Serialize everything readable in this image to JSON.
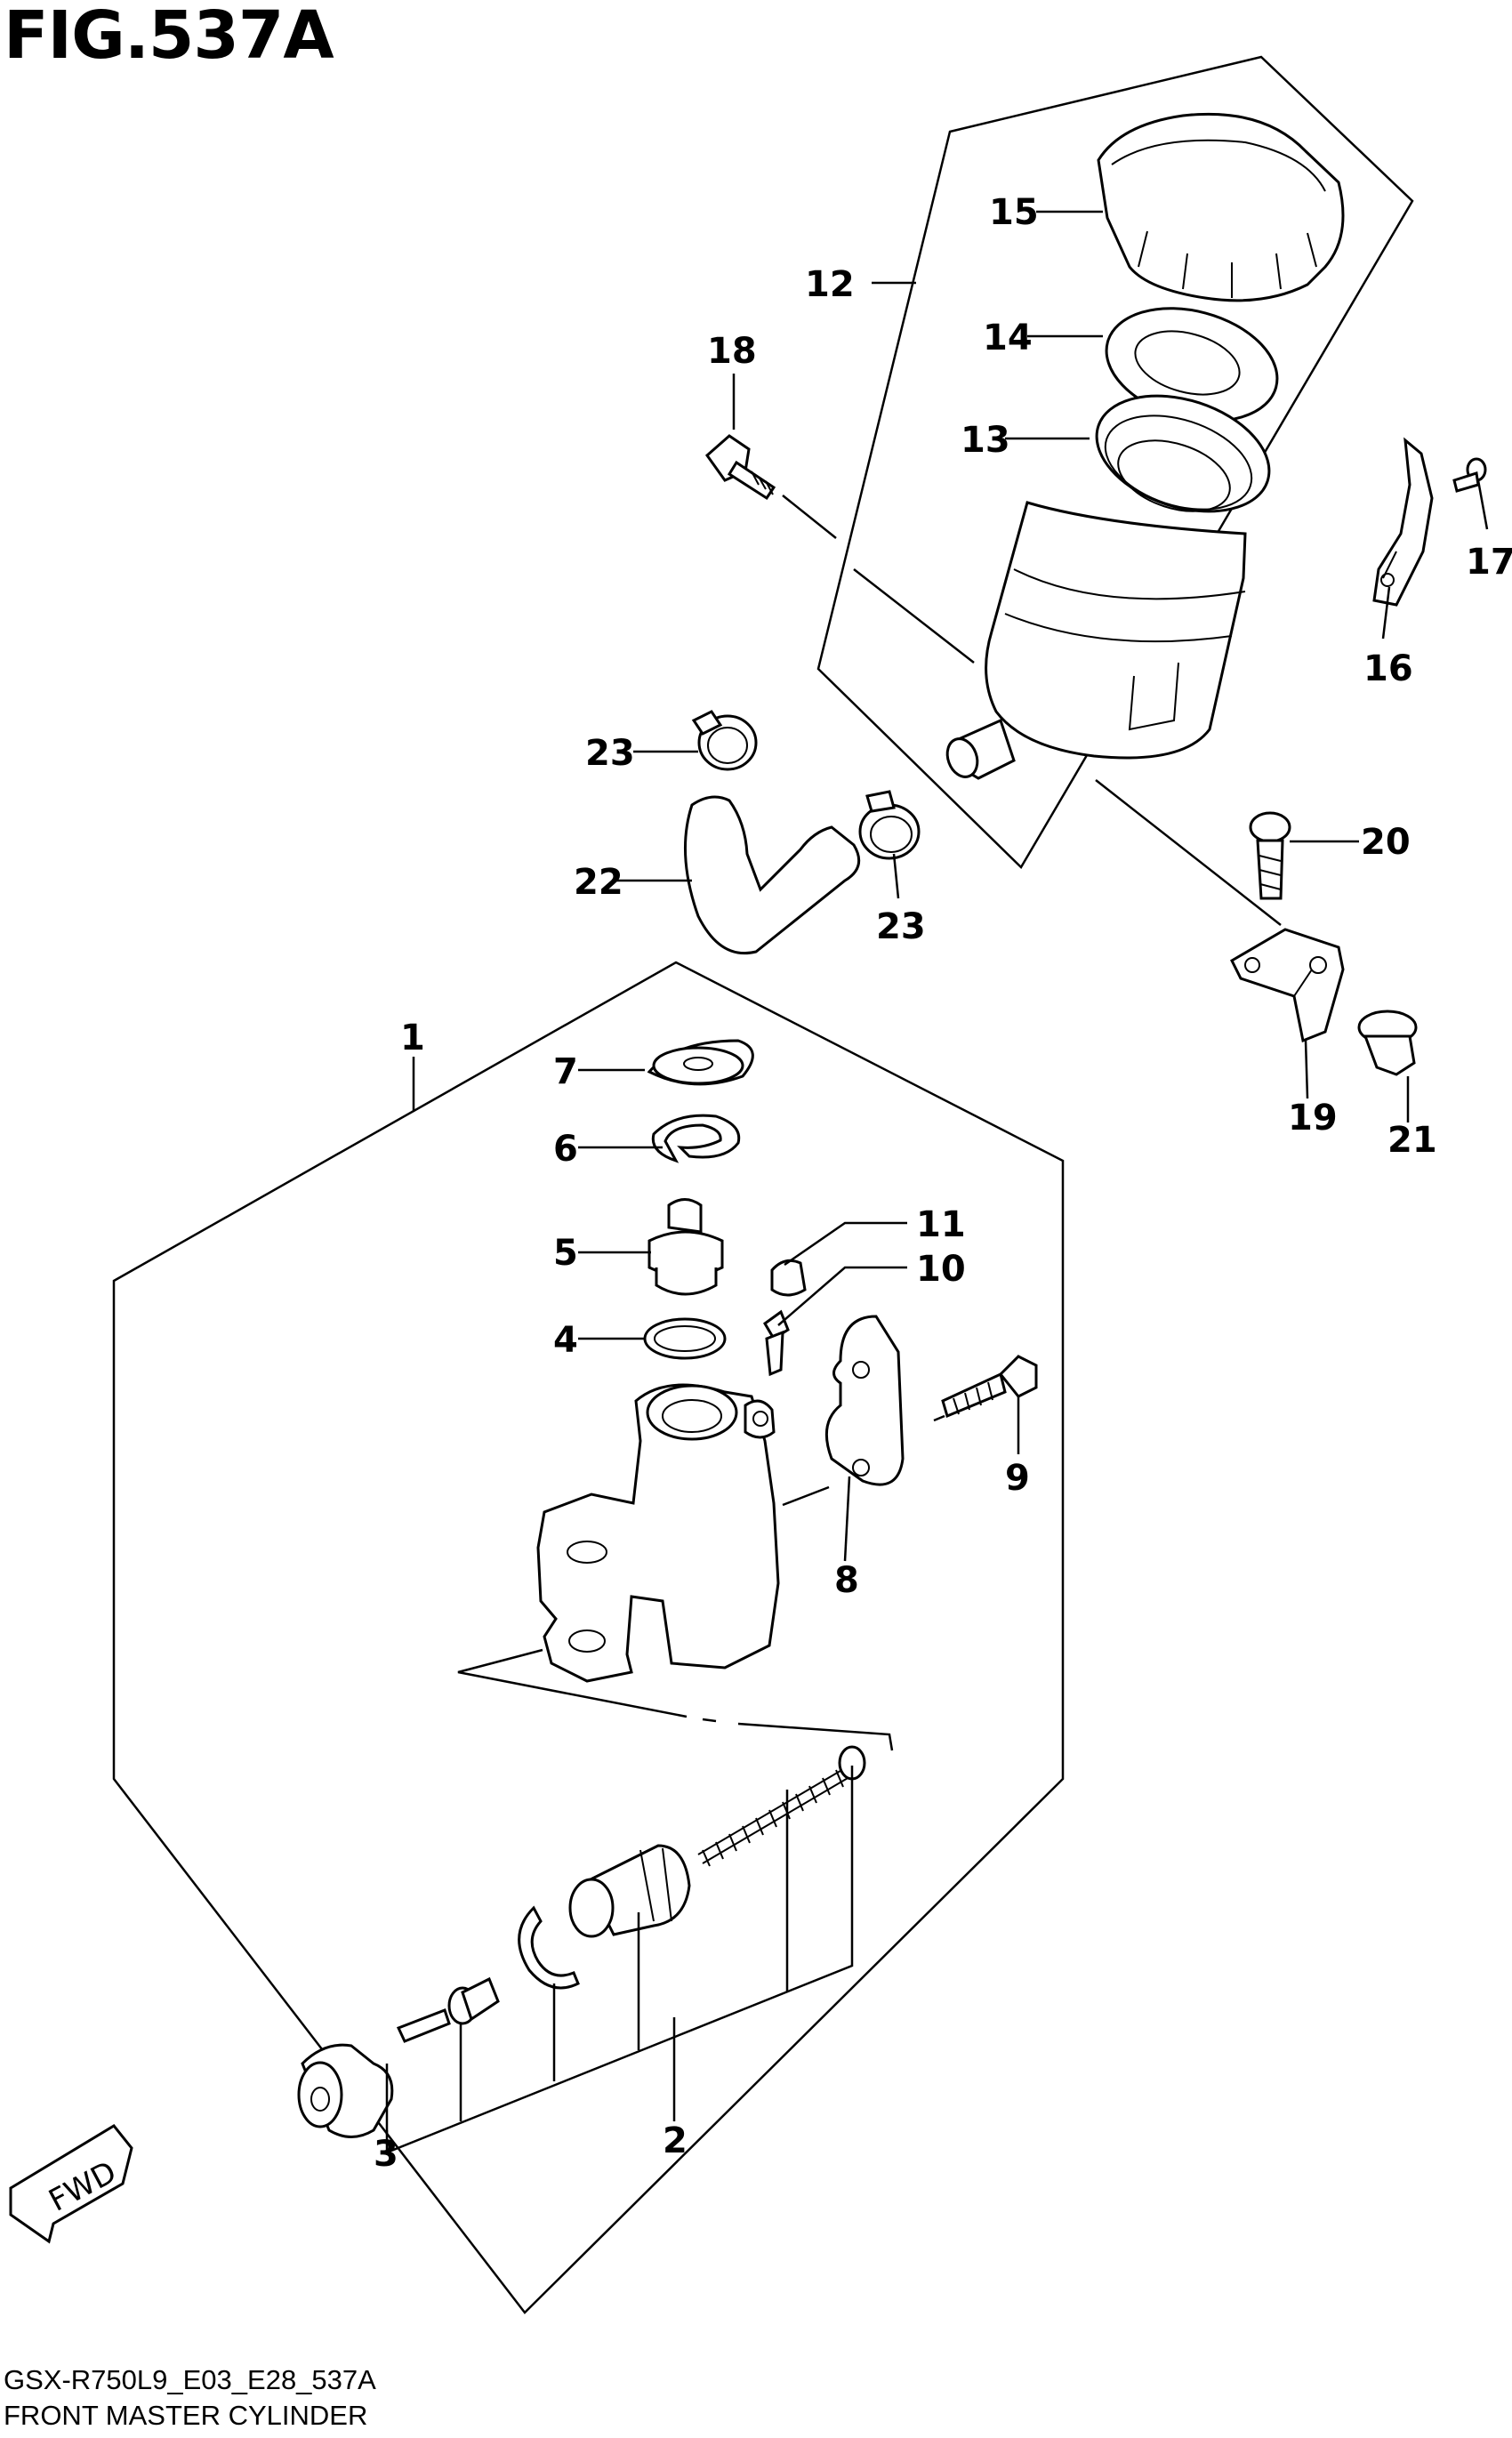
{
  "figure_title": "FIG.537A",
  "footer_code": "GSX-R750L9_E03_E28_537A",
  "footer_name": "FRONT MASTER CYLINDER",
  "fwd_label": "FWD",
  "callouts": {
    "c1": "1",
    "c2": "2",
    "c3": "3",
    "c4": "4",
    "c5": "5",
    "c6": "6",
    "c7": "7",
    "c8": "8",
    "c9": "9",
    "c10": "10",
    "c11": "11",
    "c12": "12",
    "c13": "13",
    "c14": "14",
    "c15": "15",
    "c16": "16",
    "c17": "17",
    "c18": "18",
    "c19": "19",
    "c20": "20",
    "c21": "21",
    "c22": "22",
    "c23a": "23",
    "c23b": "23"
  }
}
